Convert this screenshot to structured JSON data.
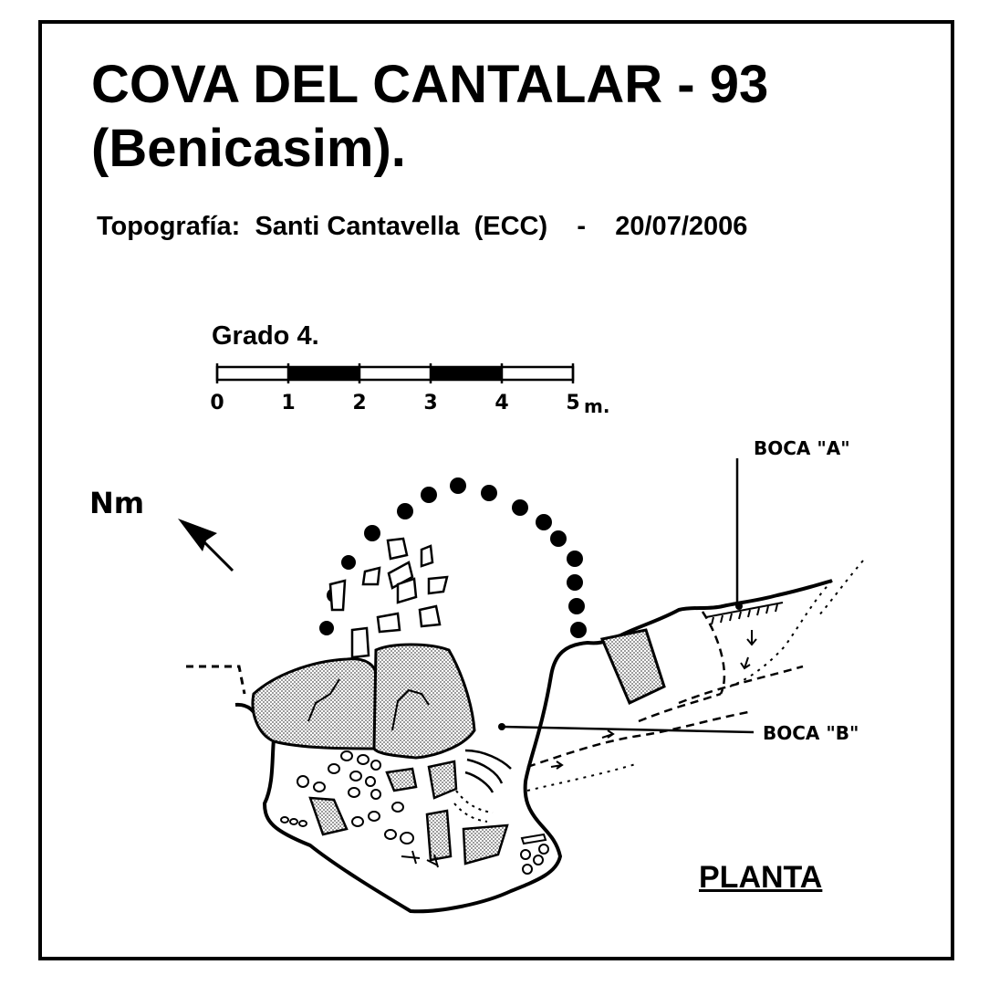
{
  "header": {
    "title_line1": "COVA DEL CANTALAR - 93",
    "title_line2": "(Benicasim).",
    "survey_credit": "Topografía:  Santi Cantavella  (ECC)    -    20/07/2006"
  },
  "scale": {
    "grade_label": "Grado  4.",
    "tick_labels": [
      "0",
      "1",
      "2",
      "3",
      "4",
      "5"
    ],
    "unit": "m."
  },
  "north_label": "Nm",
  "entrances": {
    "a": "BOCA \"A\"",
    "b": "BOCA \"B\""
  },
  "view_label": "PLANTA"
}
